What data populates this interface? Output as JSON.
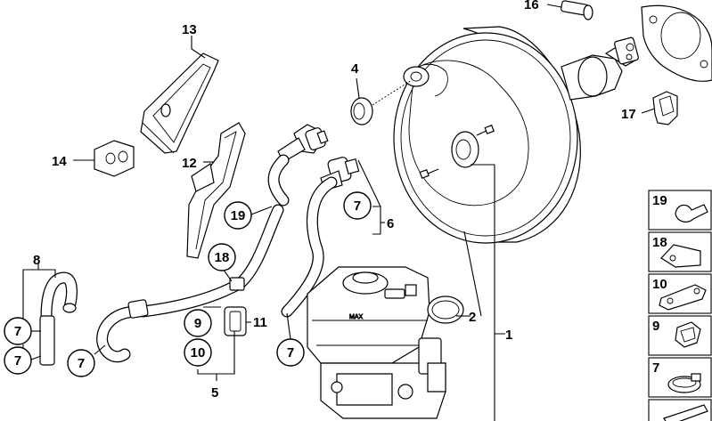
{
  "diagram": {
    "callouts": {
      "n1": "1",
      "n2": "2",
      "n4": "4",
      "n5": "5",
      "n6": "6",
      "n8": "8",
      "n9": "9",
      "n10": "10",
      "n11": "11",
      "n12": "12",
      "n13": "13",
      "n14": "14",
      "n16": "16",
      "n17": "17",
      "n18": "18",
      "n19": "19",
      "n7": "7"
    },
    "legend": [
      "19",
      "18",
      "10",
      "9",
      "7"
    ],
    "reservoir_text": "MAX"
  }
}
